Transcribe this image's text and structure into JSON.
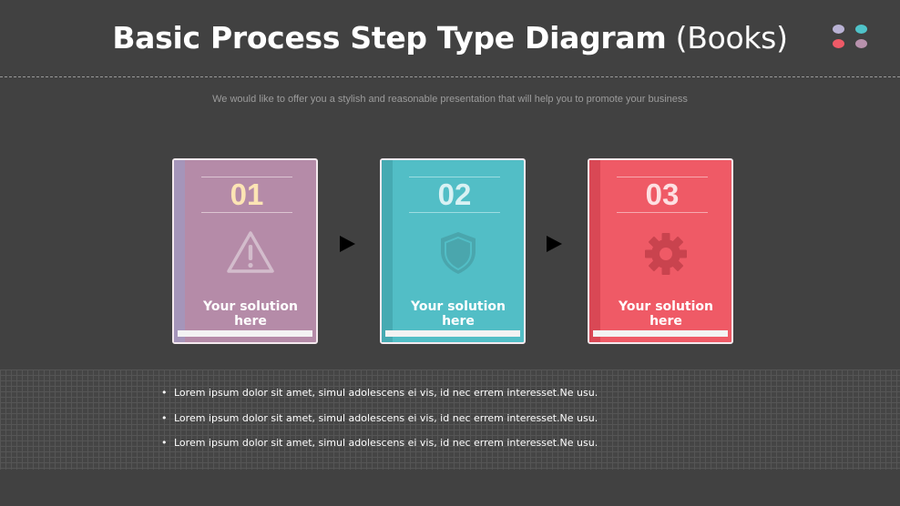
{
  "header": {
    "title_bold": "Basic Process Step Type Diagram",
    "title_light": "(Books)",
    "subtitle": "We would like to offer you a stylish and reasonable presentation that will help you to promote your business"
  },
  "logo_dots": [
    "#b9b2d4",
    "#4fc3c9",
    "#ee5a67",
    "#b892ad"
  ],
  "steps": [
    {
      "number": "01",
      "label": "Your solution  here",
      "icon": "warning-icon",
      "color": "#b58ba8",
      "spine": "#a595ba",
      "number_color": "#fce4b4",
      "line_color": "#dcc5d2",
      "icon_color": "#d3bccc"
    },
    {
      "number": "02",
      "label": "Your solution  here",
      "icon": "shield-icon",
      "color": "#52bec6",
      "spine": "#46aab2",
      "number_color": "#d9f1f3",
      "line_color": "#9ddde1",
      "icon_color": "#4aa6ad"
    },
    {
      "number": "03",
      "label": "Your solution  here",
      "icon": "gear-icon",
      "color": "#ef5a66",
      "spine": "#d94855",
      "number_color": "#fde0e2",
      "line_color": "#f7a9af",
      "icon_color": "#c9434e"
    }
  ],
  "bullets": [
    "Lorem ipsum dolor sit amet, simul adolescens ei vis, id nec errem interesset.Ne usu.",
    "Lorem ipsum dolor sit amet, simul adolescens ei vis, id nec errem interesset.Ne usu.",
    "Lorem ipsum dolor sit amet, simul adolescens ei vis, id nec errem interesset.Ne usu."
  ]
}
